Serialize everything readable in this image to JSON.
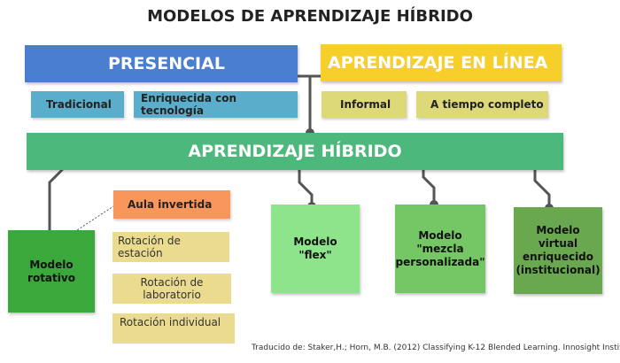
{
  "title": "MODELOS DE APRENDIZAJE HÍBRIDO",
  "presencial": {
    "label": "PRESENCIAL",
    "subtypes": [
      "Tradicional",
      "Enriquecida con tecnología"
    ]
  },
  "en_linea": {
    "label": "APRENDIZAJE EN LÍNEA",
    "subtypes": [
      "Informal",
      "A tiempo completo"
    ]
  },
  "hibrido": {
    "label": "APRENDIZAJE HÍBRIDO"
  },
  "rotativo": {
    "label": "Modelo rotativo",
    "aula_invertida": "Aula invertida",
    "rotaciones": [
      "Rotación de estación",
      "Rotación de laboratorio",
      "Rotación individual"
    ]
  },
  "models": [
    "Modelo \"flex\"",
    "Modelo \"mezcla personalizada\"",
    "Modelo virtual enriquecido (institucional)"
  ],
  "credit": "Traducido de: Staker,H.; Horn, M.B. (2012) Classifying K-12 Blended Learning. Innosight Institute",
  "colors": {
    "blue": "#4a7fd0",
    "yellow": "#f6cf2b",
    "teal": "#5aaecb",
    "khaki": "#ddd878",
    "band_green": "#4cb87c",
    "dark_green": "#3aa83a",
    "light_green": "#8de48a",
    "mid_green": "#75c665",
    "olive_green": "#6aa84f",
    "orange": "#f9965b",
    "sand": "#eadb8e"
  }
}
